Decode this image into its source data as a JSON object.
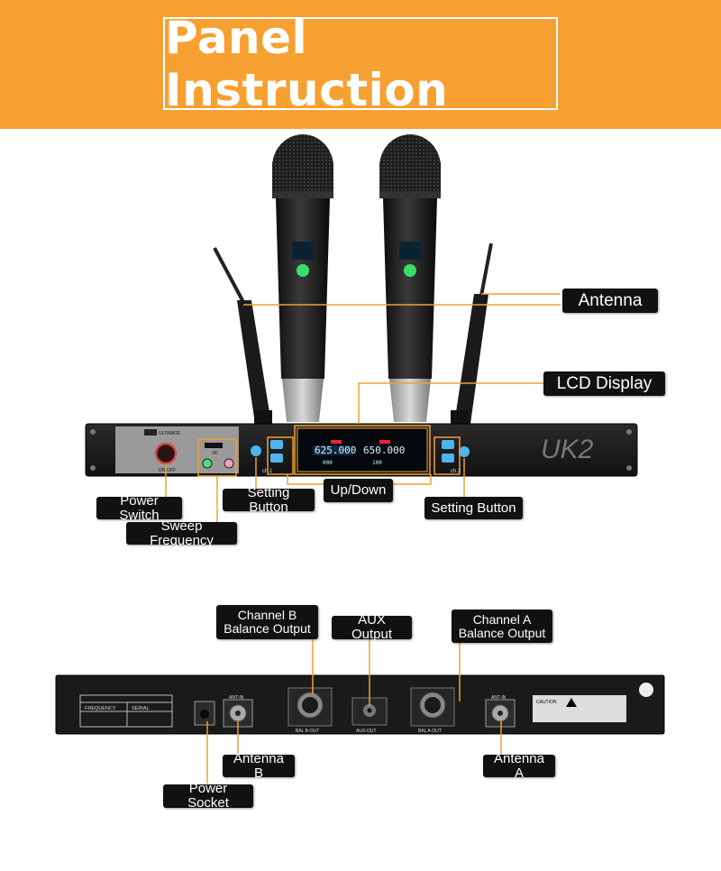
{
  "banner": {
    "title": "Panel Instruction"
  },
  "front_panel": {
    "brand_label": "ULTIMATE",
    "lcd_freq_a": "625.000",
    "lcd_freq_b": "650.000",
    "lcd_ch_a": "000",
    "lcd_ch_b": "100",
    "ch1_label": "ch.1",
    "ch2_label": "ch.2",
    "model_logo": "UK2",
    "power_text": "ON/OFF",
    "ir_label": "IR"
  },
  "callouts": {
    "antenna": "Antenna",
    "lcd_display": "LCD Display",
    "power_switch": "Power Switch",
    "sweep_frequency": "Sweep Frequency",
    "setting_button_left": "Setting Button",
    "up_down": "Up/Down",
    "setting_button_right": "Setting Button",
    "channel_b_line1": "Channel B",
    "channel_b_line2": "Balance Output",
    "aux_output": "AUX Output",
    "channel_a_line1": "Channel A",
    "channel_a_line2": "Balance Output",
    "antenna_b": "Antenna B",
    "power_socket": "Power Socket",
    "antenna_a": "Antenna A"
  },
  "rear_panel": {
    "frequency_label": "FREQUENCY",
    "serial_label": "SERIAL",
    "ant_in_b": "ANT-IN",
    "ant_in_a": "ANT-IN",
    "bal_b_out": "BAL B-OUT",
    "aux_out": "AUX-OUT",
    "bal_a_out": "BAL A-OUT",
    "caution_label": "CAUTION"
  },
  "colors": {
    "accent": "#f7a032",
    "callout_bg": "#111111",
    "leader": "#f0a030"
  }
}
